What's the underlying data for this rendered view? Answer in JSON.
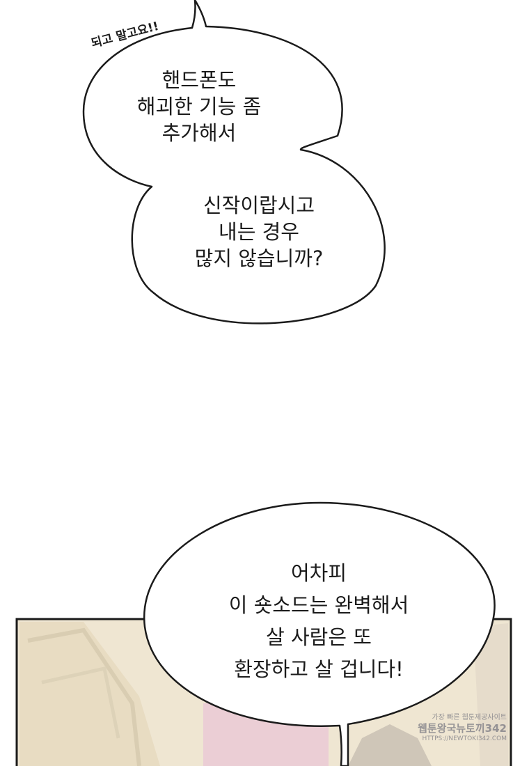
{
  "colors": {
    "ink": "#1b1b1b",
    "panel_warm": "#efe6d2",
    "panel_shadow": "#d9cdb2",
    "pink_accent": "#e9c3d6"
  },
  "shout": {
    "text": "되고 말고요!!"
  },
  "bubble_top": {
    "group1": [
      "핸드폰도",
      "해괴한 기능 좀",
      "추가해서"
    ],
    "group2": [
      "신작이랍시고",
      "내는 경우",
      "많지 않습니까?"
    ]
  },
  "bubble_bottom": {
    "lines": [
      "어차피",
      "이 숏소드는 완벽해서",
      "살 사람은 또",
      "환장하고 살 겁니다!"
    ]
  },
  "watermark": {
    "line1": "가장 빠른 웹툰제공사이트",
    "line2": "웹툰왕국뉴토끼342",
    "line3": "HTTPS://NEWTOKI342.COM"
  }
}
